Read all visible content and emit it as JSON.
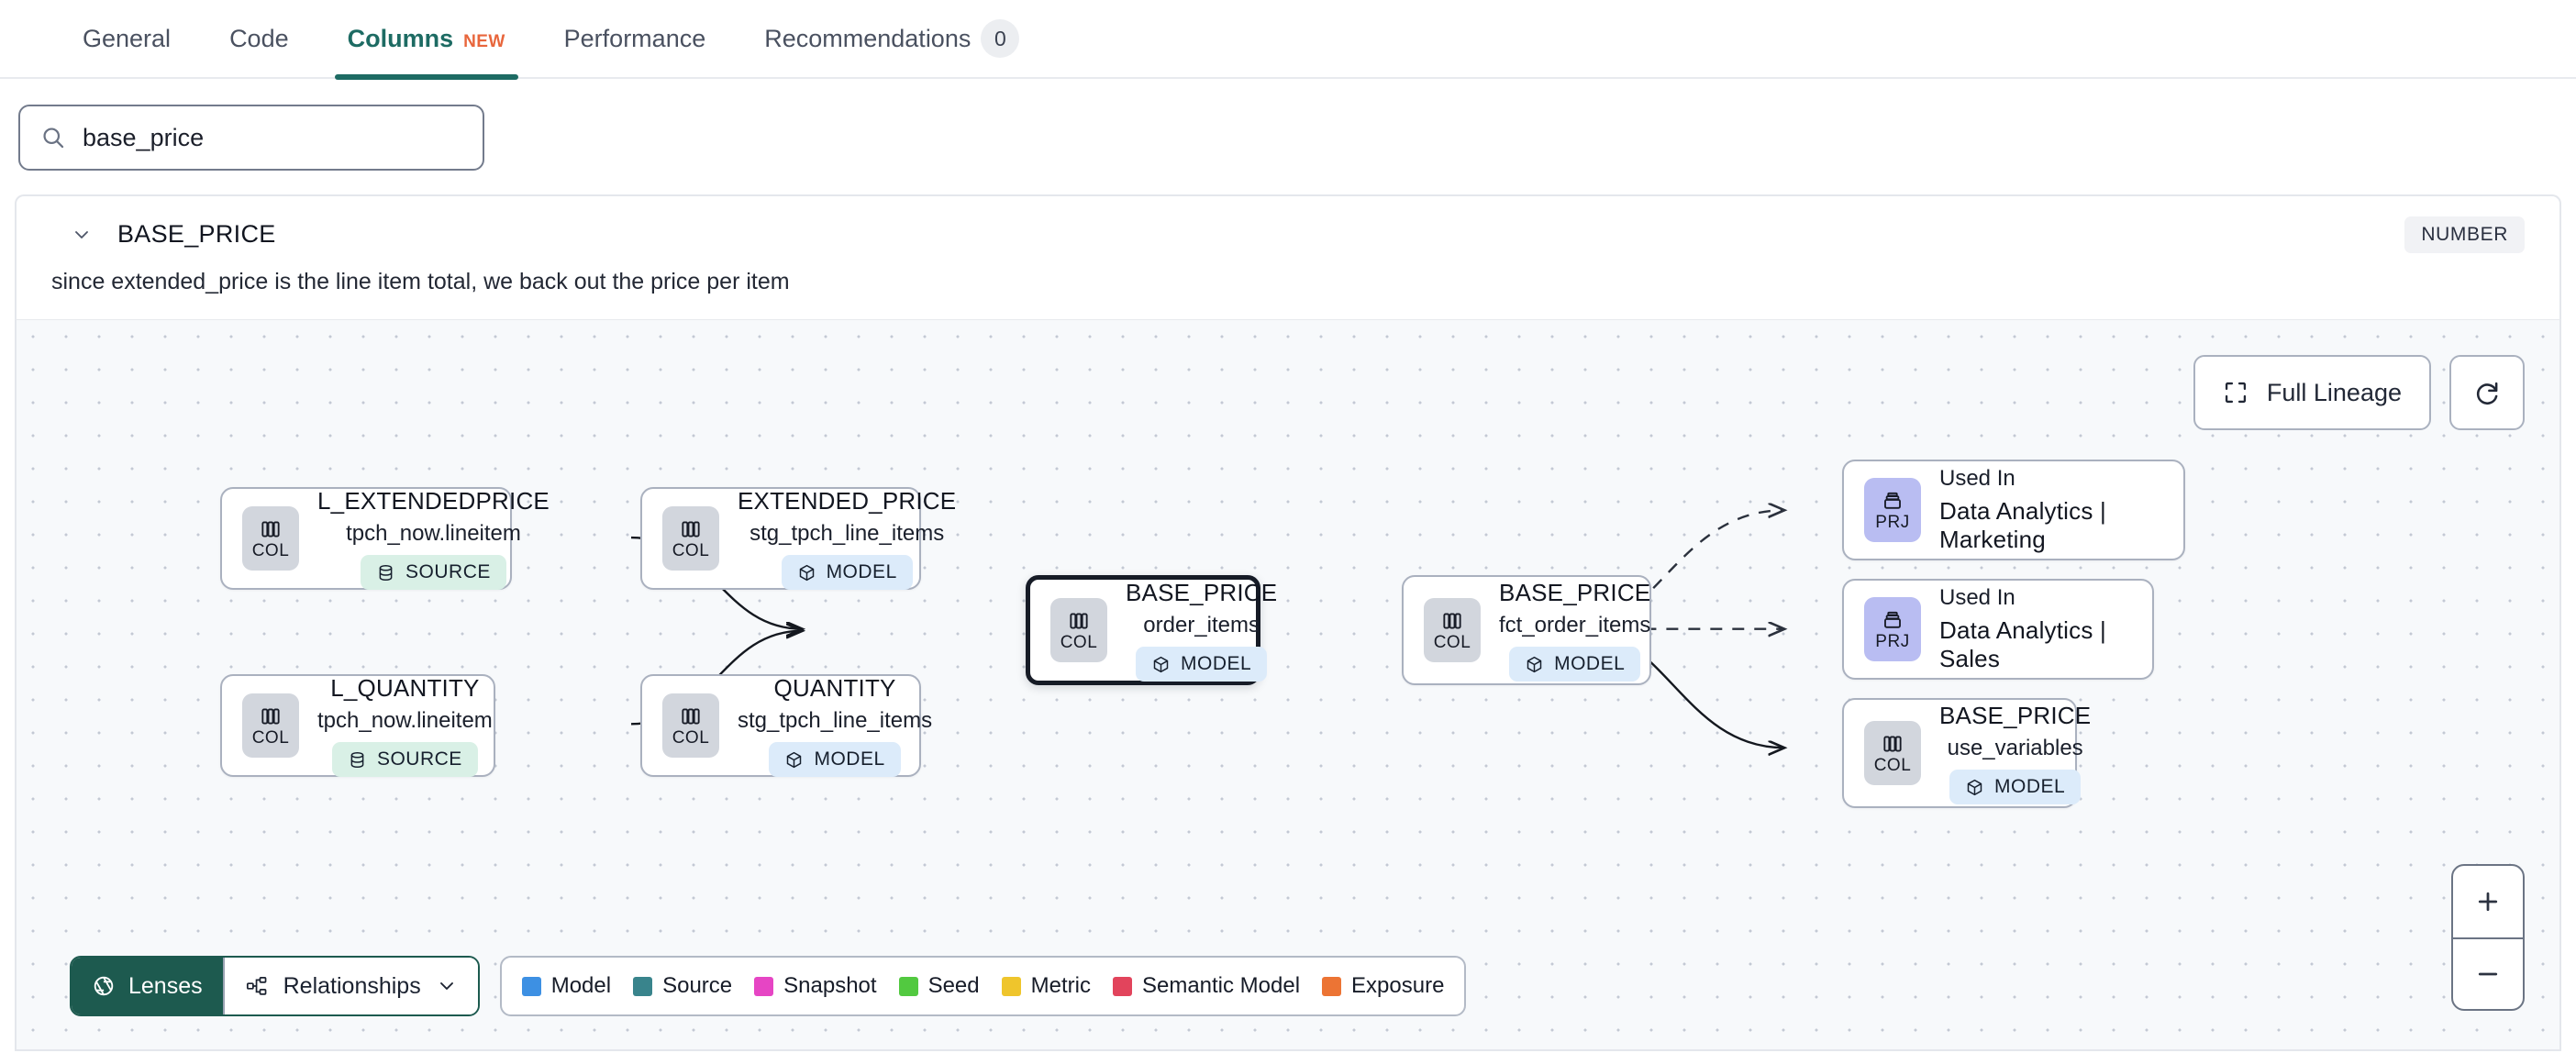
{
  "tabs": [
    {
      "label": "General",
      "active": false,
      "badge": null,
      "new": false
    },
    {
      "label": "Code",
      "active": false,
      "badge": null,
      "new": false
    },
    {
      "label": "Columns",
      "active": true,
      "badge": null,
      "new": true,
      "new_label": "NEW"
    },
    {
      "label": "Performance",
      "active": false,
      "badge": null,
      "new": false
    },
    {
      "label": "Recommendations",
      "active": false,
      "badge": "0",
      "new": false
    }
  ],
  "search": {
    "value": "base_price",
    "placeholder": "Search columns",
    "icon": "search-icon"
  },
  "column": {
    "name": "BASE_PRICE",
    "type_badge": "NUMBER",
    "description": "since extended_price is the line item total, we back out the price per item",
    "expanded": true
  },
  "lineage": {
    "controls": {
      "full_lineage_label": "Full Lineage",
      "refresh_label": "",
      "zoom_in_label": "+",
      "zoom_out_label": "−"
    },
    "nodes": [
      {
        "id": "n1",
        "kind": "COL",
        "name": "L_EXTENDEDPRICE",
        "sub": "tpch_now.lineitem",
        "tag": "SOURCE",
        "tag_type": "source",
        "selected": false
      },
      {
        "id": "n2",
        "kind": "COL",
        "name": "L_QUANTITY",
        "sub": "tpch_now.lineitem",
        "tag": "SOURCE",
        "tag_type": "source",
        "selected": false
      },
      {
        "id": "n3",
        "kind": "COL",
        "name": "EXTENDED_PRICE",
        "sub": "stg_tpch_line_items",
        "tag": "MODEL",
        "tag_type": "model",
        "selected": false
      },
      {
        "id": "n4",
        "kind": "COL",
        "name": "QUANTITY",
        "sub": "stg_tpch_line_items",
        "tag": "MODEL",
        "tag_type": "model",
        "selected": false
      },
      {
        "id": "n5",
        "kind": "COL",
        "name": "BASE_PRICE",
        "sub": "order_items",
        "tag": "MODEL",
        "tag_type": "model",
        "selected": true
      },
      {
        "id": "n6",
        "kind": "COL",
        "name": "BASE_PRICE",
        "sub": "fct_order_items",
        "tag": "MODEL",
        "tag_type": "model",
        "selected": false
      },
      {
        "id": "n7",
        "kind": "PRJ",
        "name": "Used In",
        "sub": "Data Analytics | Marketing",
        "tag": null,
        "tag_type": null,
        "selected": false
      },
      {
        "id": "n8",
        "kind": "PRJ",
        "name": "Used In",
        "sub": "Data Analytics | Sales",
        "tag": null,
        "tag_type": null,
        "selected": false
      },
      {
        "id": "n9",
        "kind": "COL",
        "name": "BASE_PRICE",
        "sub": "use_variables",
        "tag": "MODEL",
        "tag_type": "model",
        "selected": false
      }
    ]
  },
  "toolbar": {
    "lenses_label": "Lenses",
    "relationships_label": "Relationships",
    "legend": [
      {
        "label": "Model",
        "color": "#3d90e3"
      },
      {
        "label": "Source",
        "color": "#39848c"
      },
      {
        "label": "Snapshot",
        "color": "#e645c4"
      },
      {
        "label": "Seed",
        "color": "#52c940"
      },
      {
        "label": "Metric",
        "color": "#efc52c"
      },
      {
        "label": "Semantic Model",
        "color": "#e2445c"
      },
      {
        "label": "Exposure",
        "color": "#ec7434"
      }
    ]
  },
  "colors": {
    "accent_teal": "#1d6b63",
    "new_orange": "#e8663c",
    "lenses_bg": "#1d5a4f"
  }
}
